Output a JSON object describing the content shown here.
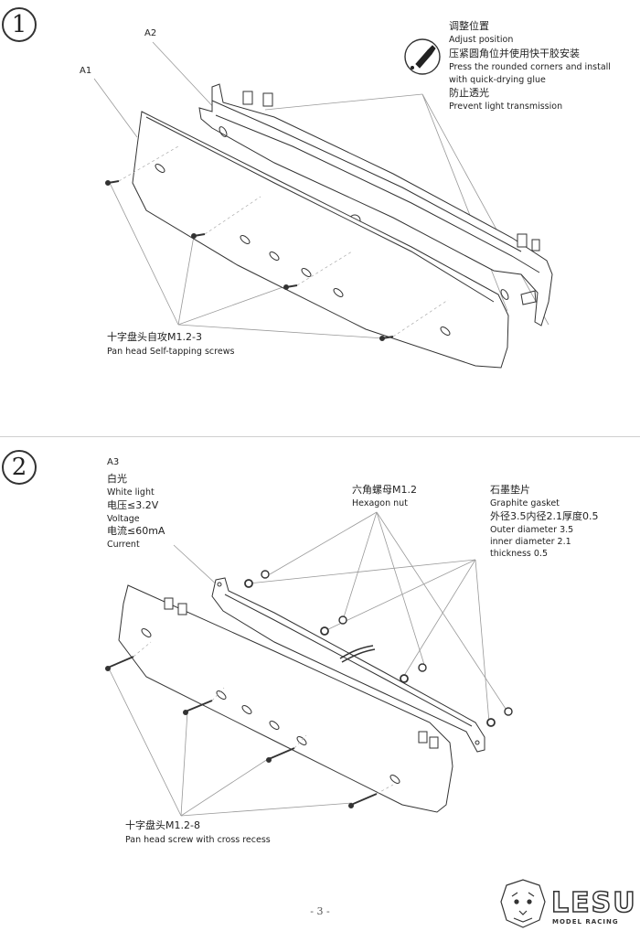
{
  "steps": [
    {
      "number": "1",
      "parts": [
        "A1",
        "A2"
      ],
      "callouts": {
        "adjust_cn": "调整位置",
        "adjust_en": "Adjust position",
        "press_cn": "压紧圆角位并使用快干胶安装",
        "press_en_1": "Press the rounded corners and install",
        "press_en_2": "with quick-drying glue",
        "prevent_cn": "防止透光",
        "prevent_en": "Prevent light transmission",
        "screw_cn": "十字盘头自攻M1.2-3",
        "screw_en": "Pan head Self-tapping screws"
      }
    },
    {
      "number": "2",
      "parts": [
        "A3"
      ],
      "callouts": {
        "light_cn": "白光",
        "light_en": "White light",
        "voltage_cn": "电压≤3.2V",
        "voltage_en": "Voltage",
        "current_cn": "电流≤60mA",
        "current_en": "Current",
        "nut_cn": "六角螺母M1.2",
        "nut_en": "Hexagon nut",
        "gasket_cn": "石墨垫片",
        "gasket_en": "Graphite gasket",
        "gasket_dims_cn": "外径3.5内径2.1厚度0.5",
        "outer_en": "Outer diameter 3.5",
        "inner_en": "inner diameter 2.1",
        "thick_en": "thickness 0.5",
        "screw_cn": "十字盘头M1.2-8",
        "screw_en": "Pan head screw with cross recess"
      }
    }
  ],
  "page_number": "- 3 -",
  "brand": {
    "word": "LESU",
    "sub": "MODEL RACING"
  },
  "icons": [
    "glue-bottle-icon",
    "lion-logo-icon"
  ]
}
